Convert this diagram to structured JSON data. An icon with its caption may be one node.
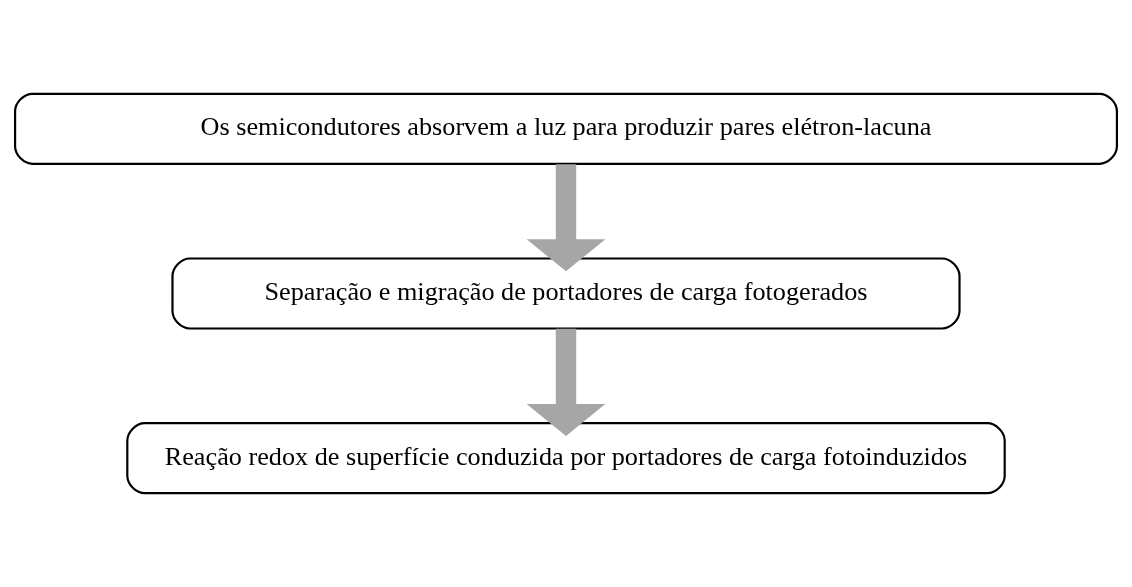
{
  "diagram": {
    "nodes": [
      {
        "text": [
          "Os semicondutores absorvem a luz para produzir pares elétron-lacuna"
        ]
      },
      {
        "text": [
          "Separação e migração de portadores de carga fotogerados"
        ]
      },
      {
        "text": [
          "Reação redox de superfície conduzida por portadores de carga fotoinduzidos"
        ]
      }
    ],
    "edges": [
      {
        "from": 0,
        "to": 1,
        "arrow": "to"
      },
      {
        "from": 1,
        "to": 2,
        "arrow": "to"
      }
    ]
  }
}
